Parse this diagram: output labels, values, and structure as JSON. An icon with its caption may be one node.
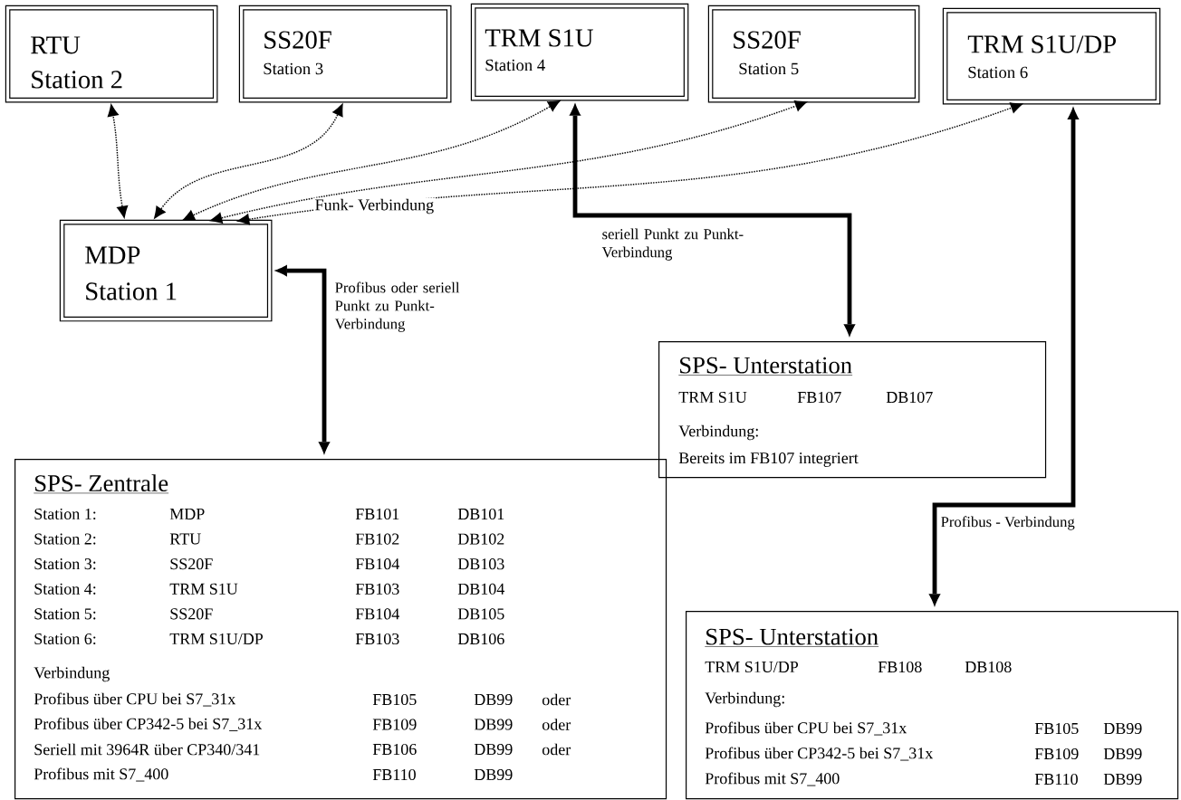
{
  "diagram": {
    "nodes": [
      {
        "text": [
          "RTU",
          "Station 2"
        ]
      },
      {
        "text": [
          "SS20F",
          "Station 3"
        ]
      },
      {
        "text": [
          "TRM S1U",
          "Station 4"
        ]
      },
      {
        "text": [
          "SS20F",
          "Station 5"
        ]
      },
      {
        "text": [
          "TRM S1U/DP",
          "Station 6"
        ]
      },
      {
        "text": [
          "MDP",
          "Station 1"
        ]
      },
      {
        "text": [
          "SPS- Unterstation",
          "TRM S1U",
          "FB107",
          "DB107",
          "Verbindung:",
          "Bereits im FB107 integriert"
        ]
      },
      {
        "text": [
          "SPS- Zentrale",
          "Station 1:",
          "MDP",
          "FB101",
          "DB101",
          "Station 2:",
          "RTU",
          "FB102",
          "DB102",
          "Station 3:",
          "SS20F",
          "FB104",
          "DB103",
          "Station 4:",
          "TRM S1U",
          "FB103",
          "DB104",
          "Station 5:",
          "SS20F",
          "FB104",
          "DB105",
          "Station 6:",
          "TRM S1U/DP",
          "FB103",
          "DB106",
          "Verbindung",
          "Profibus über CPU bei S7_31x",
          "FB105",
          "DB99",
          "oder",
          "Profibus über CP342-5 bei S7_31x",
          "FB109",
          "DB99",
          "oder",
          "Seriell mit 3964R über CP340/341",
          "FB106",
          "DB99",
          "oder",
          "Profibus mit S7_400",
          "FB110",
          "DB99"
        ]
      },
      {
        "text": [
          "SPS- Unterstation",
          "TRM S1U/DP",
          "FB108",
          "DB108",
          "Verbindung:",
          "Profibus über CPU bei S7_31x",
          "FB105",
          "DB99",
          "Profibus über CP342-5 bei S7_31x",
          "FB109",
          "DB99",
          "Profibus mit S7_400",
          "FB110",
          "DB99"
        ]
      }
    ],
    "edges": [
      {
        "from": 5,
        "to": 0,
        "arrow": "both",
        "style": "dashed"
      },
      {
        "from": 5,
        "to": 1,
        "arrow": "both",
        "style": "dashed"
      },
      {
        "from": 5,
        "to": 2,
        "arrow": "both",
        "style": "dashed",
        "label": "Funk- Verbindung"
      },
      {
        "from": 5,
        "to": 3,
        "arrow": "both",
        "style": "dashed"
      },
      {
        "from": 5,
        "to": 4,
        "arrow": "both",
        "style": "dashed"
      },
      {
        "from": 5,
        "to": 7,
        "arrow": "both",
        "style": "thick",
        "label": "Profibus oder seriell Punkt zu Punkt- Verbindung"
      },
      {
        "from": 2,
        "to": 6,
        "arrow": "both",
        "style": "thick",
        "label": "seriell Punkt zu Punkt- Verbindung"
      },
      {
        "from": 4,
        "to": 8,
        "arrow": "both",
        "style": "thick",
        "label": "Profibus - Verbindung"
      }
    ]
  }
}
